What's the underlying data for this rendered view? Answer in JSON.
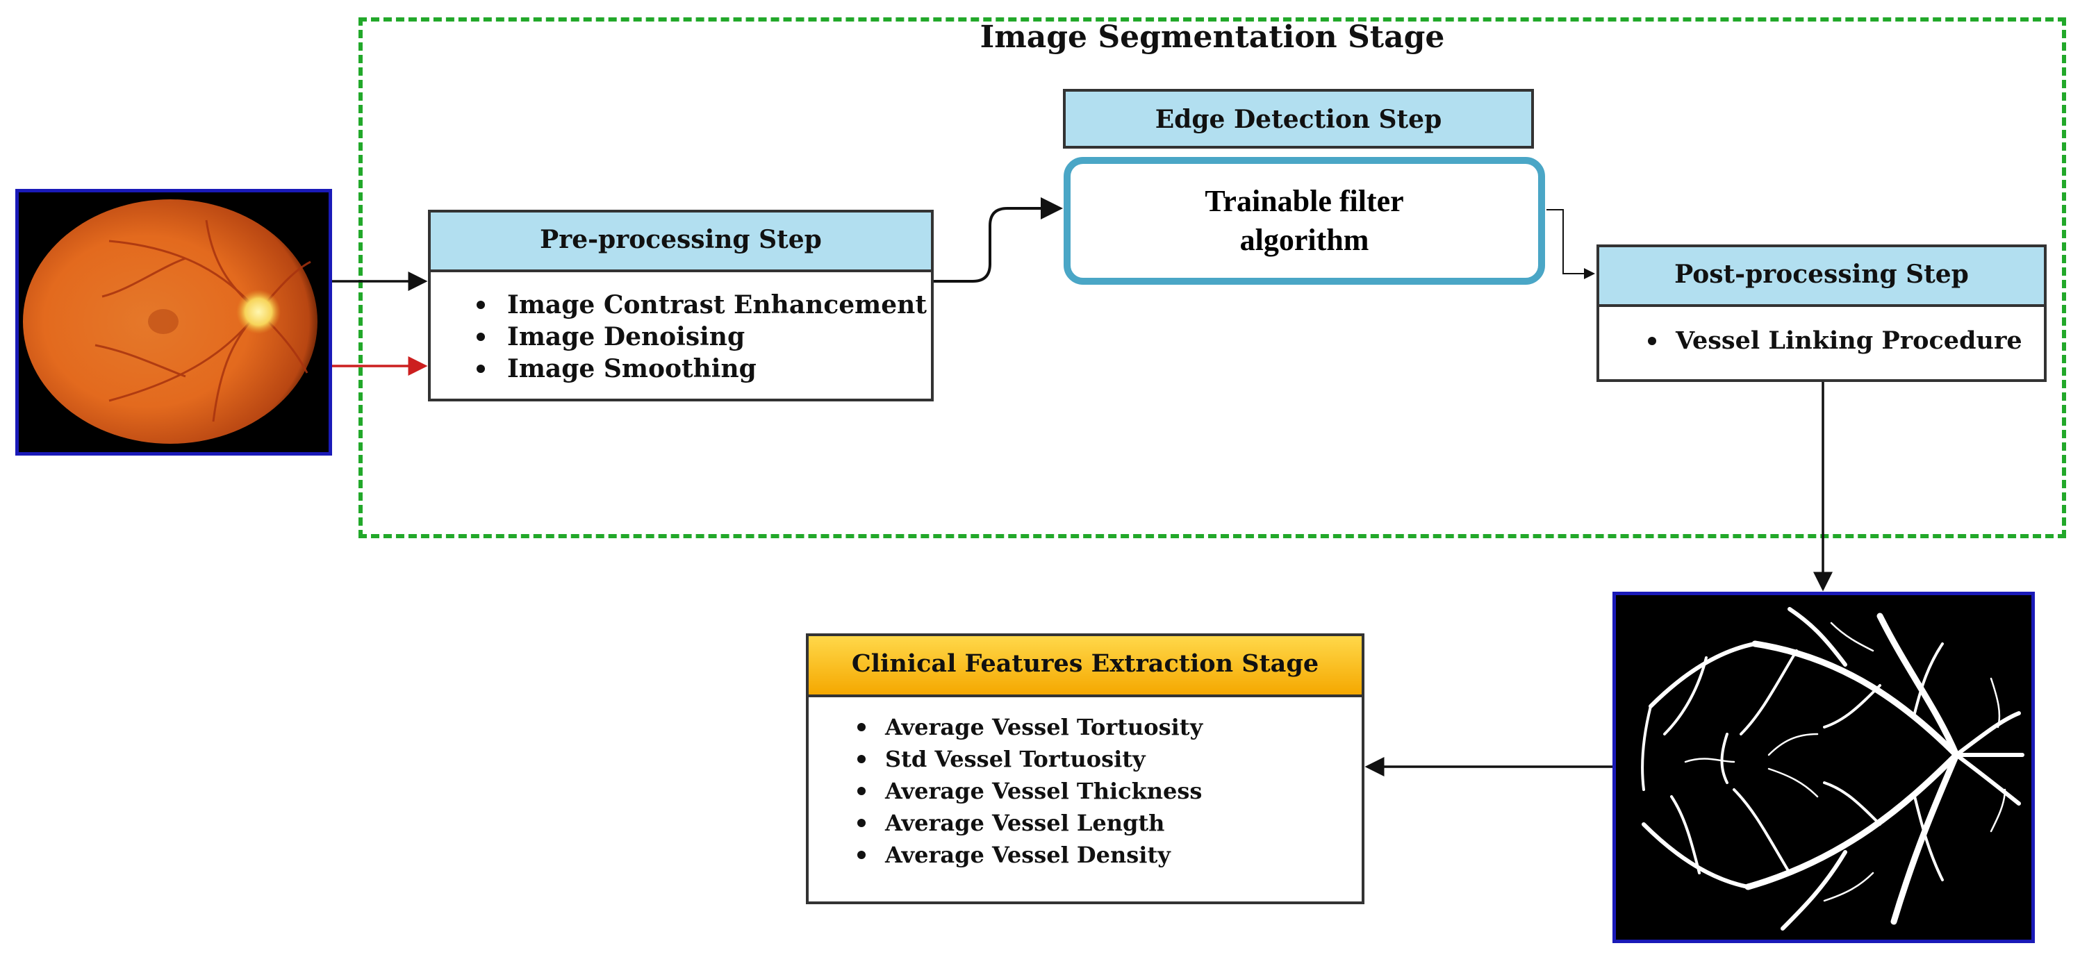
{
  "stage_title": "Image Segmentation Stage",
  "pre_processing": {
    "title": "Pre-processing Step",
    "items": [
      "Image Contrast Enhancement",
      "Image Denoising",
      "Image Smoothing"
    ]
  },
  "edge_detection": {
    "title": "Edge Detection Step",
    "algorithm": "Trainable filter algorithm"
  },
  "post_processing": {
    "title": "Post-processing Step",
    "items": [
      "Vessel Linking Procedure"
    ]
  },
  "clinical": {
    "title": "Clinical Features Extraction Stage",
    "items": [
      "Average Vessel Tortuosity",
      "Std Vessel Tortuosity",
      "Average Vessel Thickness",
      "Average Vessel Length",
      "Average Vessel Density"
    ]
  },
  "colors": {
    "stage_border": "#22a82a",
    "step_header": "#b2dff0",
    "clinical_header": "#f5a800",
    "filter_border": "#4aa6c6",
    "image_border": "#1a1ab8",
    "red_arrow": "#cc1f1f"
  },
  "images": {
    "input": "retinal-fundus-image",
    "output": "segmented-vessel-map"
  }
}
